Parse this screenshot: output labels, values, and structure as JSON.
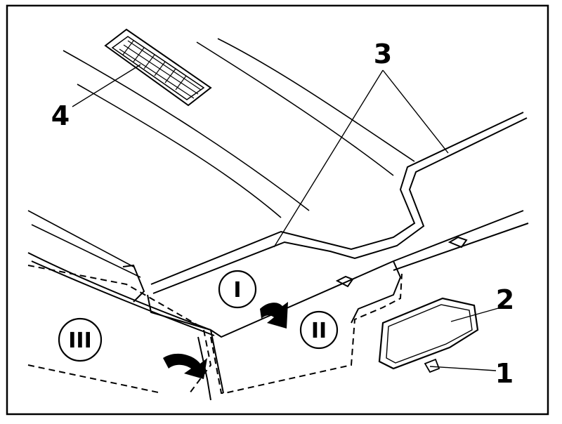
{
  "figure": {
    "callouts": {
      "one": "1",
      "two": "2",
      "three": "3",
      "four": "4"
    },
    "positions": {
      "one": "I",
      "two": "II",
      "three": "III"
    }
  }
}
